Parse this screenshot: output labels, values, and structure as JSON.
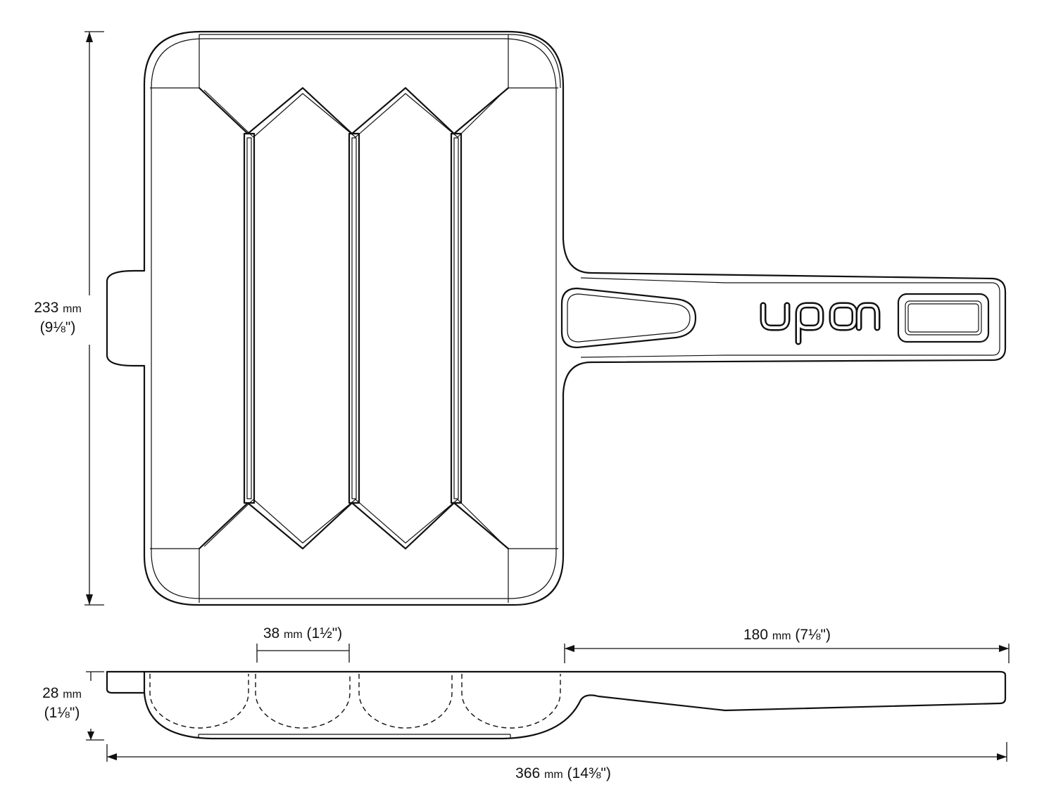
{
  "brand": {
    "name": "upon"
  },
  "dimensions": {
    "height": {
      "value": "233",
      "unit": "mm",
      "imperial": "(9⅛\")"
    },
    "depth": {
      "value": "28",
      "unit": "mm",
      "imperial": "(1⅛\")"
    },
    "cavity_width": {
      "value": "38",
      "unit": "mm",
      "imperial": "(1½\")"
    },
    "handle_length": {
      "value": "180",
      "unit": "mm",
      "imperial": "(7⅛\")"
    },
    "total_length": {
      "value": "366",
      "unit": "mm",
      "imperial": "(14⅜\")"
    }
  }
}
